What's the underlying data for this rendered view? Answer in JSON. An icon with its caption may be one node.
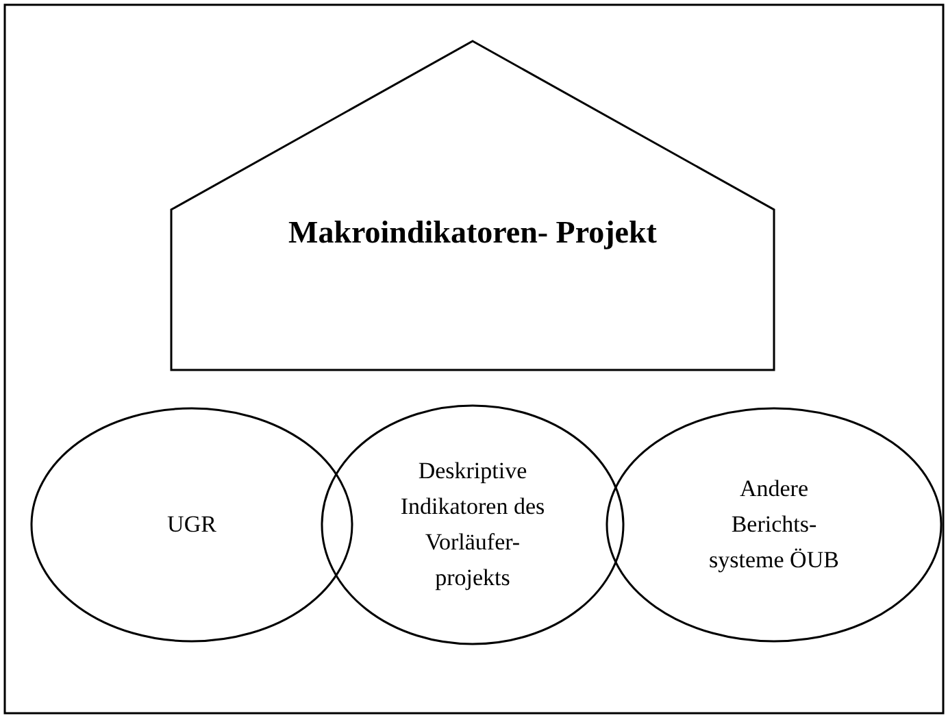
{
  "diagram": {
    "nodes": [
      {
        "text": [
          "Makroindikatoren- Projekt"
        ]
      },
      {
        "text": [
          "UGR"
        ]
      },
      {
        "text": [
          "Deskriptive Indikatoren des Vorläufer- projekts"
        ]
      },
      {
        "text": [
          "Andere Berichts- systeme ÖUB"
        ]
      }
    ],
    "edges": []
  }
}
